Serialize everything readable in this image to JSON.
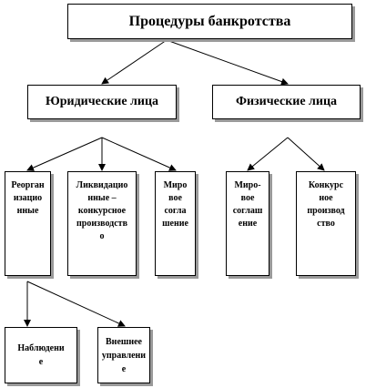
{
  "diagram": {
    "root": {
      "label": "Процедуры банкротства"
    },
    "legal_entities": {
      "label": "Юридические лица",
      "children": [
        {
          "label": "Реорган\nизацио\nнные"
        },
        {
          "label": "Ликвидацио\nнные –\nконкурсное\nпроизводств\nо"
        },
        {
          "label": "Миро\nвое\nсогла\nшение"
        }
      ]
    },
    "individuals": {
      "label": "Физические лица",
      "children": [
        {
          "label": "Миро-\nвое\nсоглаш\nение"
        },
        {
          "label": "Конкурс\nное\nпроизвод\nство"
        }
      ]
    },
    "reorganization_children": [
      {
        "label": "Наблюдени\nе"
      },
      {
        "label": "Внешнее\nуправлени\nе"
      }
    ]
  }
}
